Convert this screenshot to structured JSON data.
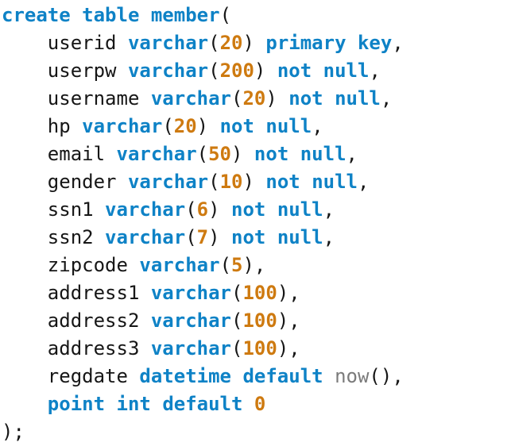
{
  "page": {
    "background": "#ffffff"
  },
  "code_block": {
    "language": "sql",
    "palette": {
      "keyword": "#0e82c6",
      "number": "#ce7a10",
      "builtin": "#7b7b7b",
      "default": "#161616"
    },
    "lines": [
      {
        "tokens": [
          {
            "t": "create",
            "y": "kw"
          },
          {
            "t": " ",
            "y": "pl"
          },
          {
            "t": "table",
            "y": "kw"
          },
          {
            "t": " ",
            "y": "pl"
          },
          {
            "t": "member",
            "y": "kw"
          },
          {
            "t": "(",
            "y": "pu"
          }
        ]
      },
      {
        "tokens": [
          {
            "t": "    ",
            "y": "pl"
          },
          {
            "t": "userid",
            "y": "id"
          },
          {
            "t": " ",
            "y": "pl"
          },
          {
            "t": "varchar",
            "y": "kw"
          },
          {
            "t": "(",
            "y": "pu"
          },
          {
            "t": "20",
            "y": "nu"
          },
          {
            "t": ")",
            "y": "pu"
          },
          {
            "t": " ",
            "y": "pl"
          },
          {
            "t": "primary",
            "y": "kw"
          },
          {
            "t": " ",
            "y": "pl"
          },
          {
            "t": "key",
            "y": "kw"
          },
          {
            "t": ",",
            "y": "pu"
          }
        ]
      },
      {
        "tokens": [
          {
            "t": "    ",
            "y": "pl"
          },
          {
            "t": "userpw",
            "y": "id"
          },
          {
            "t": " ",
            "y": "pl"
          },
          {
            "t": "varchar",
            "y": "kw"
          },
          {
            "t": "(",
            "y": "pu"
          },
          {
            "t": "200",
            "y": "nu"
          },
          {
            "t": ")",
            "y": "pu"
          },
          {
            "t": " ",
            "y": "pl"
          },
          {
            "t": "not",
            "y": "kw"
          },
          {
            "t": " ",
            "y": "pl"
          },
          {
            "t": "null",
            "y": "kw"
          },
          {
            "t": ",",
            "y": "pu"
          }
        ]
      },
      {
        "tokens": [
          {
            "t": "    ",
            "y": "pl"
          },
          {
            "t": "username",
            "y": "id"
          },
          {
            "t": " ",
            "y": "pl"
          },
          {
            "t": "varchar",
            "y": "kw"
          },
          {
            "t": "(",
            "y": "pu"
          },
          {
            "t": "20",
            "y": "nu"
          },
          {
            "t": ")",
            "y": "pu"
          },
          {
            "t": " ",
            "y": "pl"
          },
          {
            "t": "not",
            "y": "kw"
          },
          {
            "t": " ",
            "y": "pl"
          },
          {
            "t": "null",
            "y": "kw"
          },
          {
            "t": ",",
            "y": "pu"
          }
        ]
      },
      {
        "tokens": [
          {
            "t": "    ",
            "y": "pl"
          },
          {
            "t": "hp",
            "y": "id"
          },
          {
            "t": " ",
            "y": "pl"
          },
          {
            "t": "varchar",
            "y": "kw"
          },
          {
            "t": "(",
            "y": "pu"
          },
          {
            "t": "20",
            "y": "nu"
          },
          {
            "t": ")",
            "y": "pu"
          },
          {
            "t": " ",
            "y": "pl"
          },
          {
            "t": "not",
            "y": "kw"
          },
          {
            "t": " ",
            "y": "pl"
          },
          {
            "t": "null",
            "y": "kw"
          },
          {
            "t": ",",
            "y": "pu"
          }
        ]
      },
      {
        "tokens": [
          {
            "t": "    ",
            "y": "pl"
          },
          {
            "t": "email",
            "y": "id"
          },
          {
            "t": " ",
            "y": "pl"
          },
          {
            "t": "varchar",
            "y": "kw"
          },
          {
            "t": "(",
            "y": "pu"
          },
          {
            "t": "50",
            "y": "nu"
          },
          {
            "t": ")",
            "y": "pu"
          },
          {
            "t": " ",
            "y": "pl"
          },
          {
            "t": "not",
            "y": "kw"
          },
          {
            "t": " ",
            "y": "pl"
          },
          {
            "t": "null",
            "y": "kw"
          },
          {
            "t": ",",
            "y": "pu"
          }
        ]
      },
      {
        "tokens": [
          {
            "t": "    ",
            "y": "pl"
          },
          {
            "t": "gender",
            "y": "id"
          },
          {
            "t": " ",
            "y": "pl"
          },
          {
            "t": "varchar",
            "y": "kw"
          },
          {
            "t": "(",
            "y": "pu"
          },
          {
            "t": "10",
            "y": "nu"
          },
          {
            "t": ")",
            "y": "pu"
          },
          {
            "t": " ",
            "y": "pl"
          },
          {
            "t": "not",
            "y": "kw"
          },
          {
            "t": " ",
            "y": "pl"
          },
          {
            "t": "null",
            "y": "kw"
          },
          {
            "t": ",",
            "y": "pu"
          }
        ]
      },
      {
        "tokens": [
          {
            "t": "    ",
            "y": "pl"
          },
          {
            "t": "ssn1",
            "y": "id"
          },
          {
            "t": " ",
            "y": "pl"
          },
          {
            "t": "varchar",
            "y": "kw"
          },
          {
            "t": "(",
            "y": "pu"
          },
          {
            "t": "6",
            "y": "nu"
          },
          {
            "t": ")",
            "y": "pu"
          },
          {
            "t": " ",
            "y": "pl"
          },
          {
            "t": "not",
            "y": "kw"
          },
          {
            "t": " ",
            "y": "pl"
          },
          {
            "t": "null",
            "y": "kw"
          },
          {
            "t": ",",
            "y": "pu"
          }
        ]
      },
      {
        "tokens": [
          {
            "t": "    ",
            "y": "pl"
          },
          {
            "t": "ssn2",
            "y": "id"
          },
          {
            "t": " ",
            "y": "pl"
          },
          {
            "t": "varchar",
            "y": "kw"
          },
          {
            "t": "(",
            "y": "pu"
          },
          {
            "t": "7",
            "y": "nu"
          },
          {
            "t": ")",
            "y": "pu"
          },
          {
            "t": " ",
            "y": "pl"
          },
          {
            "t": "not",
            "y": "kw"
          },
          {
            "t": " ",
            "y": "pl"
          },
          {
            "t": "null",
            "y": "kw"
          },
          {
            "t": ",",
            "y": "pu"
          }
        ]
      },
      {
        "tokens": [
          {
            "t": "    ",
            "y": "pl"
          },
          {
            "t": "zipcode",
            "y": "id"
          },
          {
            "t": " ",
            "y": "pl"
          },
          {
            "t": "varchar",
            "y": "kw"
          },
          {
            "t": "(",
            "y": "pu"
          },
          {
            "t": "5",
            "y": "nu"
          },
          {
            "t": ")",
            "y": "pu"
          },
          {
            "t": ",",
            "y": "pu"
          }
        ]
      },
      {
        "tokens": [
          {
            "t": "    ",
            "y": "pl"
          },
          {
            "t": "address1",
            "y": "id"
          },
          {
            "t": " ",
            "y": "pl"
          },
          {
            "t": "varchar",
            "y": "kw"
          },
          {
            "t": "(",
            "y": "pu"
          },
          {
            "t": "100",
            "y": "nu"
          },
          {
            "t": ")",
            "y": "pu"
          },
          {
            "t": ",",
            "y": "pu"
          }
        ]
      },
      {
        "tokens": [
          {
            "t": "    ",
            "y": "pl"
          },
          {
            "t": "address2",
            "y": "id"
          },
          {
            "t": " ",
            "y": "pl"
          },
          {
            "t": "varchar",
            "y": "kw"
          },
          {
            "t": "(",
            "y": "pu"
          },
          {
            "t": "100",
            "y": "nu"
          },
          {
            "t": ")",
            "y": "pu"
          },
          {
            "t": ",",
            "y": "pu"
          }
        ]
      },
      {
        "tokens": [
          {
            "t": "    ",
            "y": "pl"
          },
          {
            "t": "address3",
            "y": "id"
          },
          {
            "t": " ",
            "y": "pl"
          },
          {
            "t": "varchar",
            "y": "kw"
          },
          {
            "t": "(",
            "y": "pu"
          },
          {
            "t": "100",
            "y": "nu"
          },
          {
            "t": ")",
            "y": "pu"
          },
          {
            "t": ",",
            "y": "pu"
          }
        ]
      },
      {
        "tokens": [
          {
            "t": "    ",
            "y": "pl"
          },
          {
            "t": "regdate",
            "y": "id"
          },
          {
            "t": " ",
            "y": "pl"
          },
          {
            "t": "datetime",
            "y": "kw"
          },
          {
            "t": " ",
            "y": "pl"
          },
          {
            "t": "default",
            "y": "kw"
          },
          {
            "t": " ",
            "y": "pl"
          },
          {
            "t": "now",
            "y": "fn"
          },
          {
            "t": "(),",
            "y": "pu"
          }
        ]
      },
      {
        "tokens": [
          {
            "t": "    ",
            "y": "pl"
          },
          {
            "t": "point",
            "y": "kw"
          },
          {
            "t": " ",
            "y": "pl"
          },
          {
            "t": "int",
            "y": "kw"
          },
          {
            "t": " ",
            "y": "pl"
          },
          {
            "t": "default",
            "y": "kw"
          },
          {
            "t": " ",
            "y": "pl"
          },
          {
            "t": "0",
            "y": "nu"
          }
        ]
      },
      {
        "tokens": [
          {
            "t": ");",
            "y": "pu"
          }
        ]
      }
    ]
  }
}
